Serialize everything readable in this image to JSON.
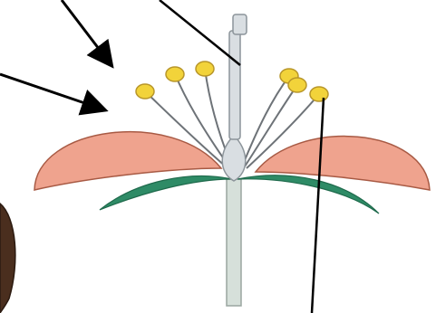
{
  "diagram": {
    "subject": "flower-cross-section",
    "labels": [],
    "colors": {
      "petal_fill": "#EFA38E",
      "petal_stroke": "#A85A44",
      "sepal_fill": "#2E8B66",
      "stem_fill": "#D6E0DA",
      "pistil_fill": "#D9DEE2",
      "anther_fill": "#F2D33A",
      "pointer_line": "#000000",
      "stamen_filament": "#6E7378"
    },
    "parts": [
      "petal",
      "petal",
      "sepal",
      "sepal",
      "stem",
      "ovary",
      "style",
      "stigma",
      "stamens",
      "anthers"
    ]
  }
}
